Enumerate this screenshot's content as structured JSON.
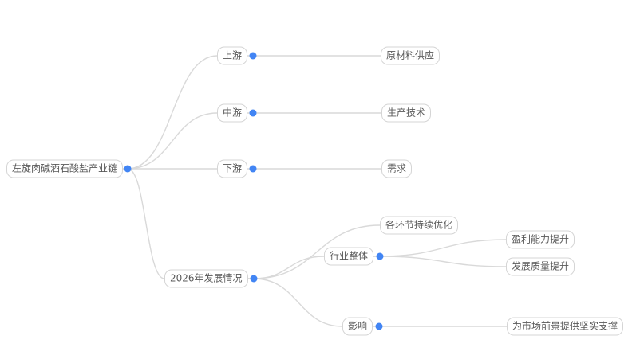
{
  "colors": {
    "background": "#ffffff",
    "node_border": "#d5d5d5",
    "node_text": "#595959",
    "link": "#d9d9d9",
    "dot": "#4285f4"
  },
  "mindmap": {
    "root": {
      "label": "左旋肉碱酒石酸盐产业链"
    },
    "branches": [
      {
        "label": "上游",
        "children": [
          {
            "label": "原材料供应"
          }
        ]
      },
      {
        "label": "中游",
        "children": [
          {
            "label": "生产技术"
          }
        ]
      },
      {
        "label": "下游",
        "children": [
          {
            "label": "需求"
          }
        ]
      },
      {
        "label": "2026年发展情况",
        "children": [
          {
            "label": "各环节持续优化"
          },
          {
            "label": "行业整体",
            "children": [
              {
                "label": "盈利能力提升"
              },
              {
                "label": "发展质量提升"
              }
            ]
          },
          {
            "label": "影响",
            "children": [
              {
                "label": "为市场前景提供坚实支撑"
              }
            ]
          }
        ]
      }
    ]
  }
}
